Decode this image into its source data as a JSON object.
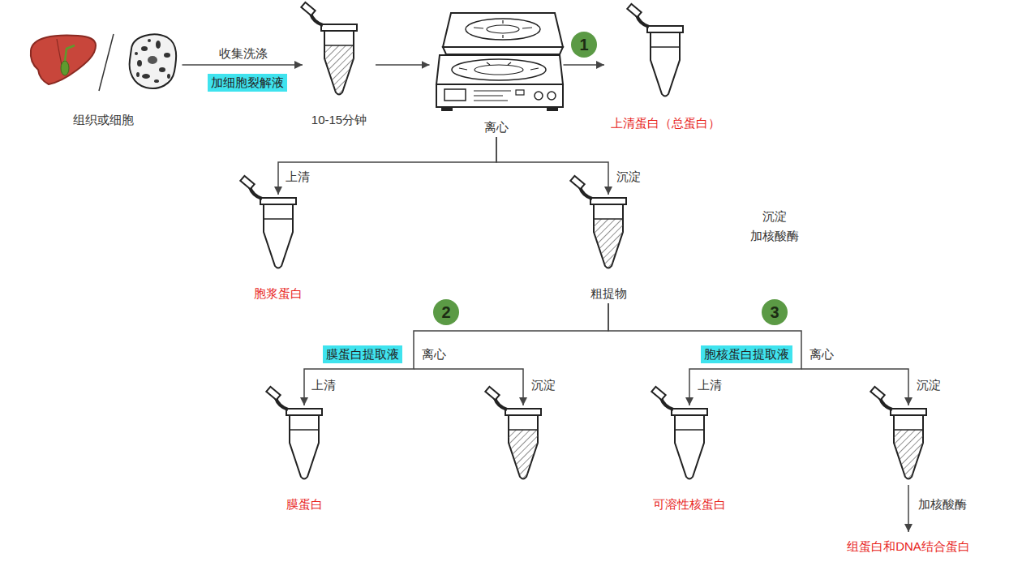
{
  "diagram": {
    "nodes": [
      {
        "text": [
          "组织或细胞"
        ]
      },
      {
        "text": [
          "10-15分钟"
        ]
      },
      {
        "text": [
          "离心"
        ]
      },
      {
        "text": [
          "上清蛋白（总蛋白）"
        ]
      },
      {
        "text": [
          "胞浆蛋白"
        ]
      },
      {
        "text": [
          "粗提物"
        ]
      },
      {
        "text": [
          "膜蛋白"
        ]
      },
      {
        "text": [
          "可溶性核蛋白"
        ]
      }
    ],
    "edges": [
      {
        "from": 0,
        "to": 1,
        "arrow": "to",
        "label": "收集洗涤"
      },
      {
        "from": 1,
        "to": 2,
        "arrow": "to"
      },
      {
        "from": 2,
        "to": 3,
        "arrow": "to"
      },
      {
        "from": 2,
        "to": 4,
        "arrow": "to",
        "label": "上清"
      },
      {
        "from": 2,
        "to": 5,
        "arrow": "to",
        "label": "沉淀"
      },
      {
        "from": 5,
        "to": 6,
        "arrow": "to",
        "label": "上清"
      },
      {
        "from": 5,
        "to": 7,
        "arrow": "to",
        "label": "上清"
      }
    ],
    "labels": [
      "加细胞裂解液",
      "1",
      "沉淀 加核酸酶",
      "2",
      "3",
      "膜蛋白提取液",
      "离心",
      "沉淀",
      "胞核蛋白提取液",
      "离心",
      "沉淀",
      "加核酸酶",
      "组蛋白和DNA结合蛋白"
    ]
  }
}
